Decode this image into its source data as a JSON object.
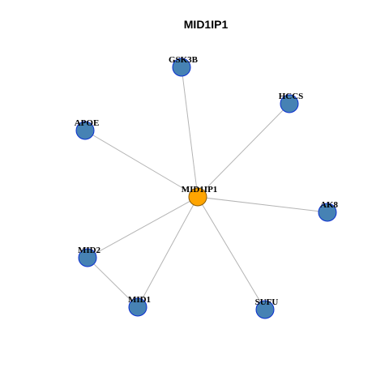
{
  "title": "MID1IP1",
  "colors": {
    "center_fill": "#FFA500",
    "center_stroke": "#8B5A00",
    "node_fill": "#4682B4",
    "node_stroke": "#0A2FD0",
    "edge": "#B4B4B4"
  },
  "nodes": [
    {
      "id": "MID1IP1",
      "label": "MID1IP1",
      "center": true
    },
    {
      "id": "GSK3B",
      "label": "GSK3B"
    },
    {
      "id": "HCCS",
      "label": "HCCS"
    },
    {
      "id": "APOE",
      "label": "APOE"
    },
    {
      "id": "AK8",
      "label": "AK8"
    },
    {
      "id": "MID2",
      "label": "MID2"
    },
    {
      "id": "MID1",
      "label": "MID1"
    },
    {
      "id": "SUFU",
      "label": "SUFU"
    }
  ],
  "edges": [
    [
      "MID1IP1",
      "GSK3B"
    ],
    [
      "MID1IP1",
      "HCCS"
    ],
    [
      "MID1IP1",
      "APOE"
    ],
    [
      "MID1IP1",
      "AK8"
    ],
    [
      "MID1IP1",
      "MID2"
    ],
    [
      "MID1IP1",
      "MID1"
    ],
    [
      "MID1IP1",
      "SUFU"
    ],
    [
      "MID2",
      "MID1"
    ]
  ]
}
